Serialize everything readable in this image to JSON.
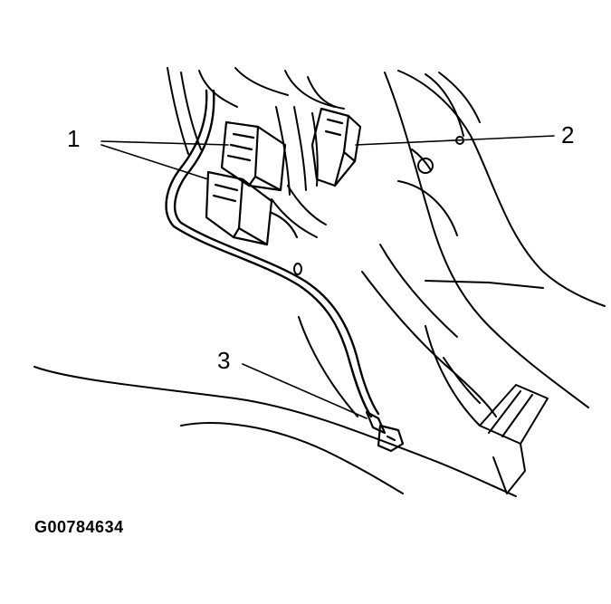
{
  "callouts": {
    "one": "1",
    "two": "2",
    "three": "3"
  },
  "figure_id": "G00784634",
  "colors": {
    "ink": "#000000",
    "paper": "#ffffff"
  }
}
